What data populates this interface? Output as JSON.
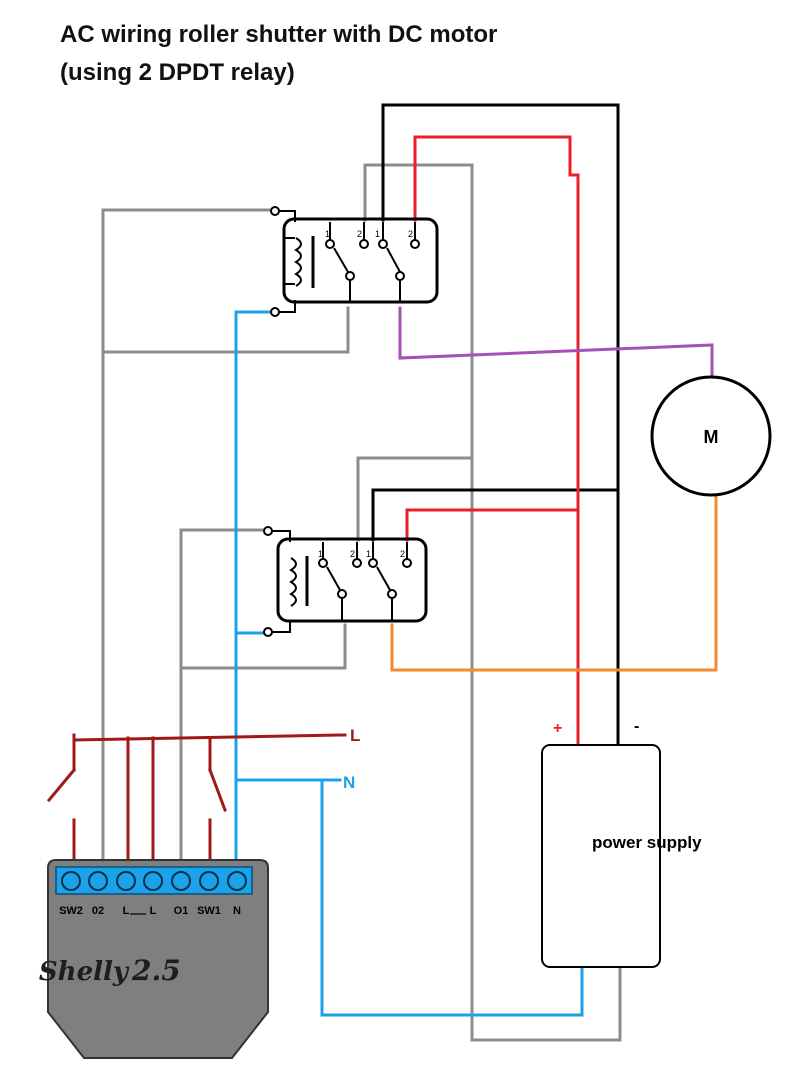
{
  "title": {
    "line1": "AC wiring roller shutter with DC motor",
    "line2": "(using 2 DPDT relay)"
  },
  "lines": {
    "live": "L",
    "neutral": "N"
  },
  "motor": {
    "label": "M"
  },
  "power_supply": {
    "label": "power supply",
    "plus": "+",
    "minus": "-"
  },
  "relay_pins": {
    "p1": "1",
    "p2": "2",
    "p3": "1",
    "p4": "2"
  },
  "shelly": {
    "terminals": [
      "SW2",
      "02",
      "L",
      "L",
      "O1",
      "SW1",
      "N"
    ],
    "brand": "Shelly",
    "model": "2.5"
  },
  "colors": {
    "gray_wire": "#8c8c8c",
    "black_wire": "#000000",
    "red_wire": "#e8202a",
    "blue_wire": "#1aa3e8",
    "purple_wire": "#a550b5",
    "orange_wire": "#f6892d",
    "live_wire": "#a01818",
    "terminal_strip": "#1aa3e8",
    "shelly_body": "#7f7f7f"
  }
}
